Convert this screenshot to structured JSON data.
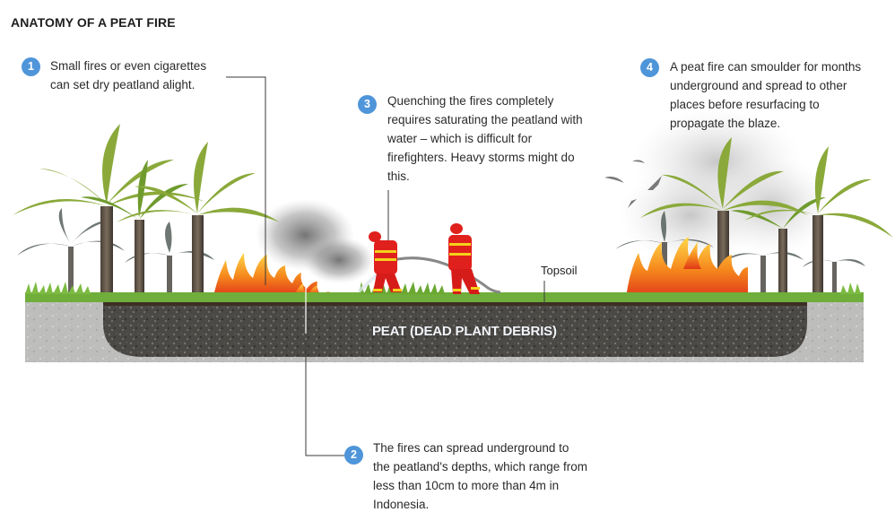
{
  "title": "ANATOMY OF A PEAT FIRE",
  "callouts": [
    {
      "number": "1",
      "text": "Small fires or even cigarettes\ncan set dry peatland alight."
    },
    {
      "number": "2",
      "text": "The fires can spread underground to\nthe peatland's depths, which range from\nless than 10cm to more than 4m in\nIndonesia."
    },
    {
      "number": "3",
      "text": "Quenching the fires completely\nrequires saturating the peatland with\nwater – which is difficult for\nfirefighters. Heavy storms might do\nthis."
    },
    {
      "number": "4",
      "text": "A peat fire can smoulder for months\nunderground and spread to other\nplaces before resurfacing to\npropagate the blaze."
    }
  ],
  "labels": {
    "peat": "PEAT (DEAD PLANT DEBRIS)",
    "topsoil": "Topsoil"
  },
  "colors": {
    "badge": "#4f95d9",
    "grass": "#6fae3a",
    "peat": "#4d4b48",
    "subsoil": "#bdbdbd",
    "fire": "#f07a1a",
    "firefighter_suit": "#e0201c"
  }
}
